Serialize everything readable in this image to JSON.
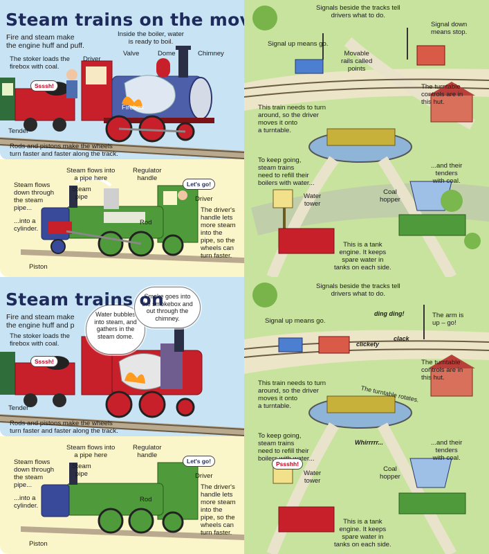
{
  "top": {
    "title": "Steam trains on the move",
    "left": {
      "fire": "Fire and steam make\nthe engine huff and puff.",
      "boiler": "Inside the boiler, water\nis ready to boil.",
      "stoker": "The stoker loads the\nfirebox with coal.",
      "driver": "Driver",
      "valve": "Valve",
      "dome": "Dome",
      "chimney": "Chimney",
      "firebox": "Firebox",
      "ssssh": "Ssssh!",
      "tender": "Tender",
      "rods": "Rods and pistons make the wheels\nturn faster and faster along the track.",
      "flows_into": "Steam flows into\na pipe here",
      "regulator": "Regulator\nhandle",
      "flows_down": "Steam flows\ndown through\nthe steam\npipe...",
      "steam_pipe": "Steam\npipe",
      "lets_go": "Let's go!",
      "driver2": "Driver",
      "cylinder": "...into a\ncylinder.",
      "rod": "Rod",
      "drivers_handle": "The driver's\nhandle lets\nmore steam\ninto the\npipe, so the\nwheels can\nturn faster.",
      "piston": "Piston"
    },
    "right": {
      "signals": "Signals beside the tracks tell\ndrivers what to do.",
      "signal_down": "Signal down\nmeans stop.",
      "signal_up": "Signal up means go.",
      "movable": "Movable\nrails called\npoints",
      "turntable_hut": "The turntable\ncontrols are in\nthis hut.",
      "turn_around": "This train needs to turn\naround, so the driver\nmoves it onto\na turntable.",
      "keep_going": "To keep going,\nsteam trains\nneed to refill their\nboilers with water...",
      "tenders": "...and their\ntenders\nwith coal.",
      "water_tower": "Water\ntower",
      "coal_hopper": "Coal\nhopper",
      "tank_engine": "This is a tank\nengine. It keeps\nspare water in\ntanks on each side."
    }
  },
  "bottom": {
    "title": "Steam trains on",
    "left": {
      "fire": "Fire and steam make\nthe engine huff and p",
      "water_bubbles": "Water bubbles\ninto steam, and\ngathers in the\nsteam dome.",
      "smoke": "Smoke goes into\nthe smokebox and\nout through the\nchimney.",
      "stoker": "The stoker loads the\nfirebox with coal.",
      "ssssh": "Ssssh!",
      "tender": "Tender",
      "rods": "Rods and pistons make the wheels\nturn faster and faster along the track.",
      "flows_into": "Steam flows into\na pipe here",
      "regulator": "Regulator\nhandle",
      "flows_down": "Steam flows\ndown through\nthe steam\npipe...",
      "steam_pipe": "Steam\npipe",
      "lets_go": "Let's go!",
      "driver2": "Driver",
      "cylinder": "...into a\ncylinder.",
      "rod": "Rod",
      "drivers_handle": "The driver's\nhandle lets\nmore steam\ninto the\npipe, so the\nwheels can\nturn faster.",
      "piston": "Piston"
    },
    "right": {
      "signals": "Signals beside the tracks tell\ndrivers what to do.",
      "signal_up": "Signal up means go.",
      "ding": "ding ding!",
      "arm_up": "The arm is\nup – go!",
      "clickety": "clickety",
      "clack": "clack",
      "turntable_hut": "The turntable\ncontrols are in\nthis hut.",
      "turn_around": "This train needs to turn\naround, so the driver\nmoves it onto\na turntable.",
      "rotates": "The turntable rotates.",
      "keep_going": "To keep going,\nsteam trains\nneed to refill their\nboilers with water...",
      "whirr": "Whirrrrr...",
      "tenders": "...and their\ntenders\nwith coal.",
      "pssshh": "Pssshh!",
      "water_tower": "Water\ntower",
      "coal_hopper": "Coal\nhopper",
      "tank_engine": "This is a tank\nengine. It keeps\nspare water in\ntanks on each side."
    }
  },
  "colors": {
    "sky": "#c7e3f4",
    "cream": "#fbf6c9",
    "grass": "#c7e39e",
    "title": "#1d2a5a",
    "red_engine": "#c8202a",
    "green_engine": "#4f9a3a"
  }
}
